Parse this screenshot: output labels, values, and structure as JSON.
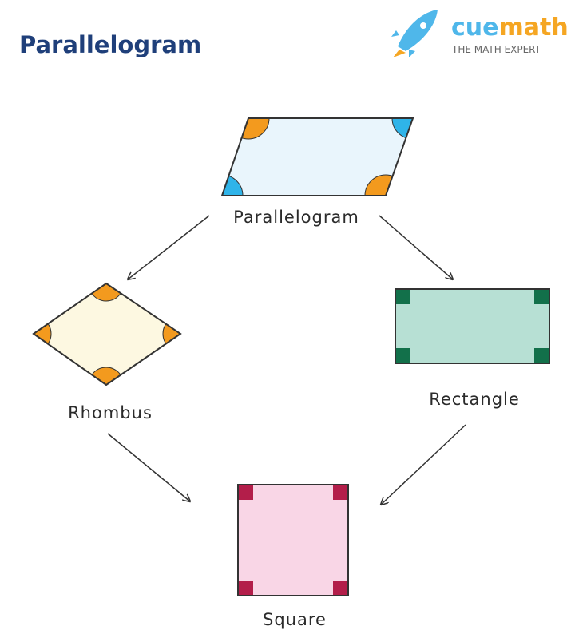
{
  "title": "Parallelogram",
  "logo": {
    "brand_part1": "cue",
    "brand_part2": "math",
    "tagline": "THE MATH EXPERT",
    "icon": "rocket-icon"
  },
  "shapes": {
    "parallelogram": "Parallelogram",
    "rhombus": "Rhombus",
    "rectangle": "Rectangle",
    "square": "Square"
  },
  "colors": {
    "title": "#1f3f7a",
    "orange": "#f39a1e",
    "blue": "#2fb4e9",
    "green": "#12704a",
    "crimson": "#b31e4a",
    "parallelogram_fill": "#e9f5fc",
    "rhombus_fill": "#fdf8e1",
    "rectangle_fill": "#b7e0d4",
    "square_fill": "#f9d6e6"
  }
}
